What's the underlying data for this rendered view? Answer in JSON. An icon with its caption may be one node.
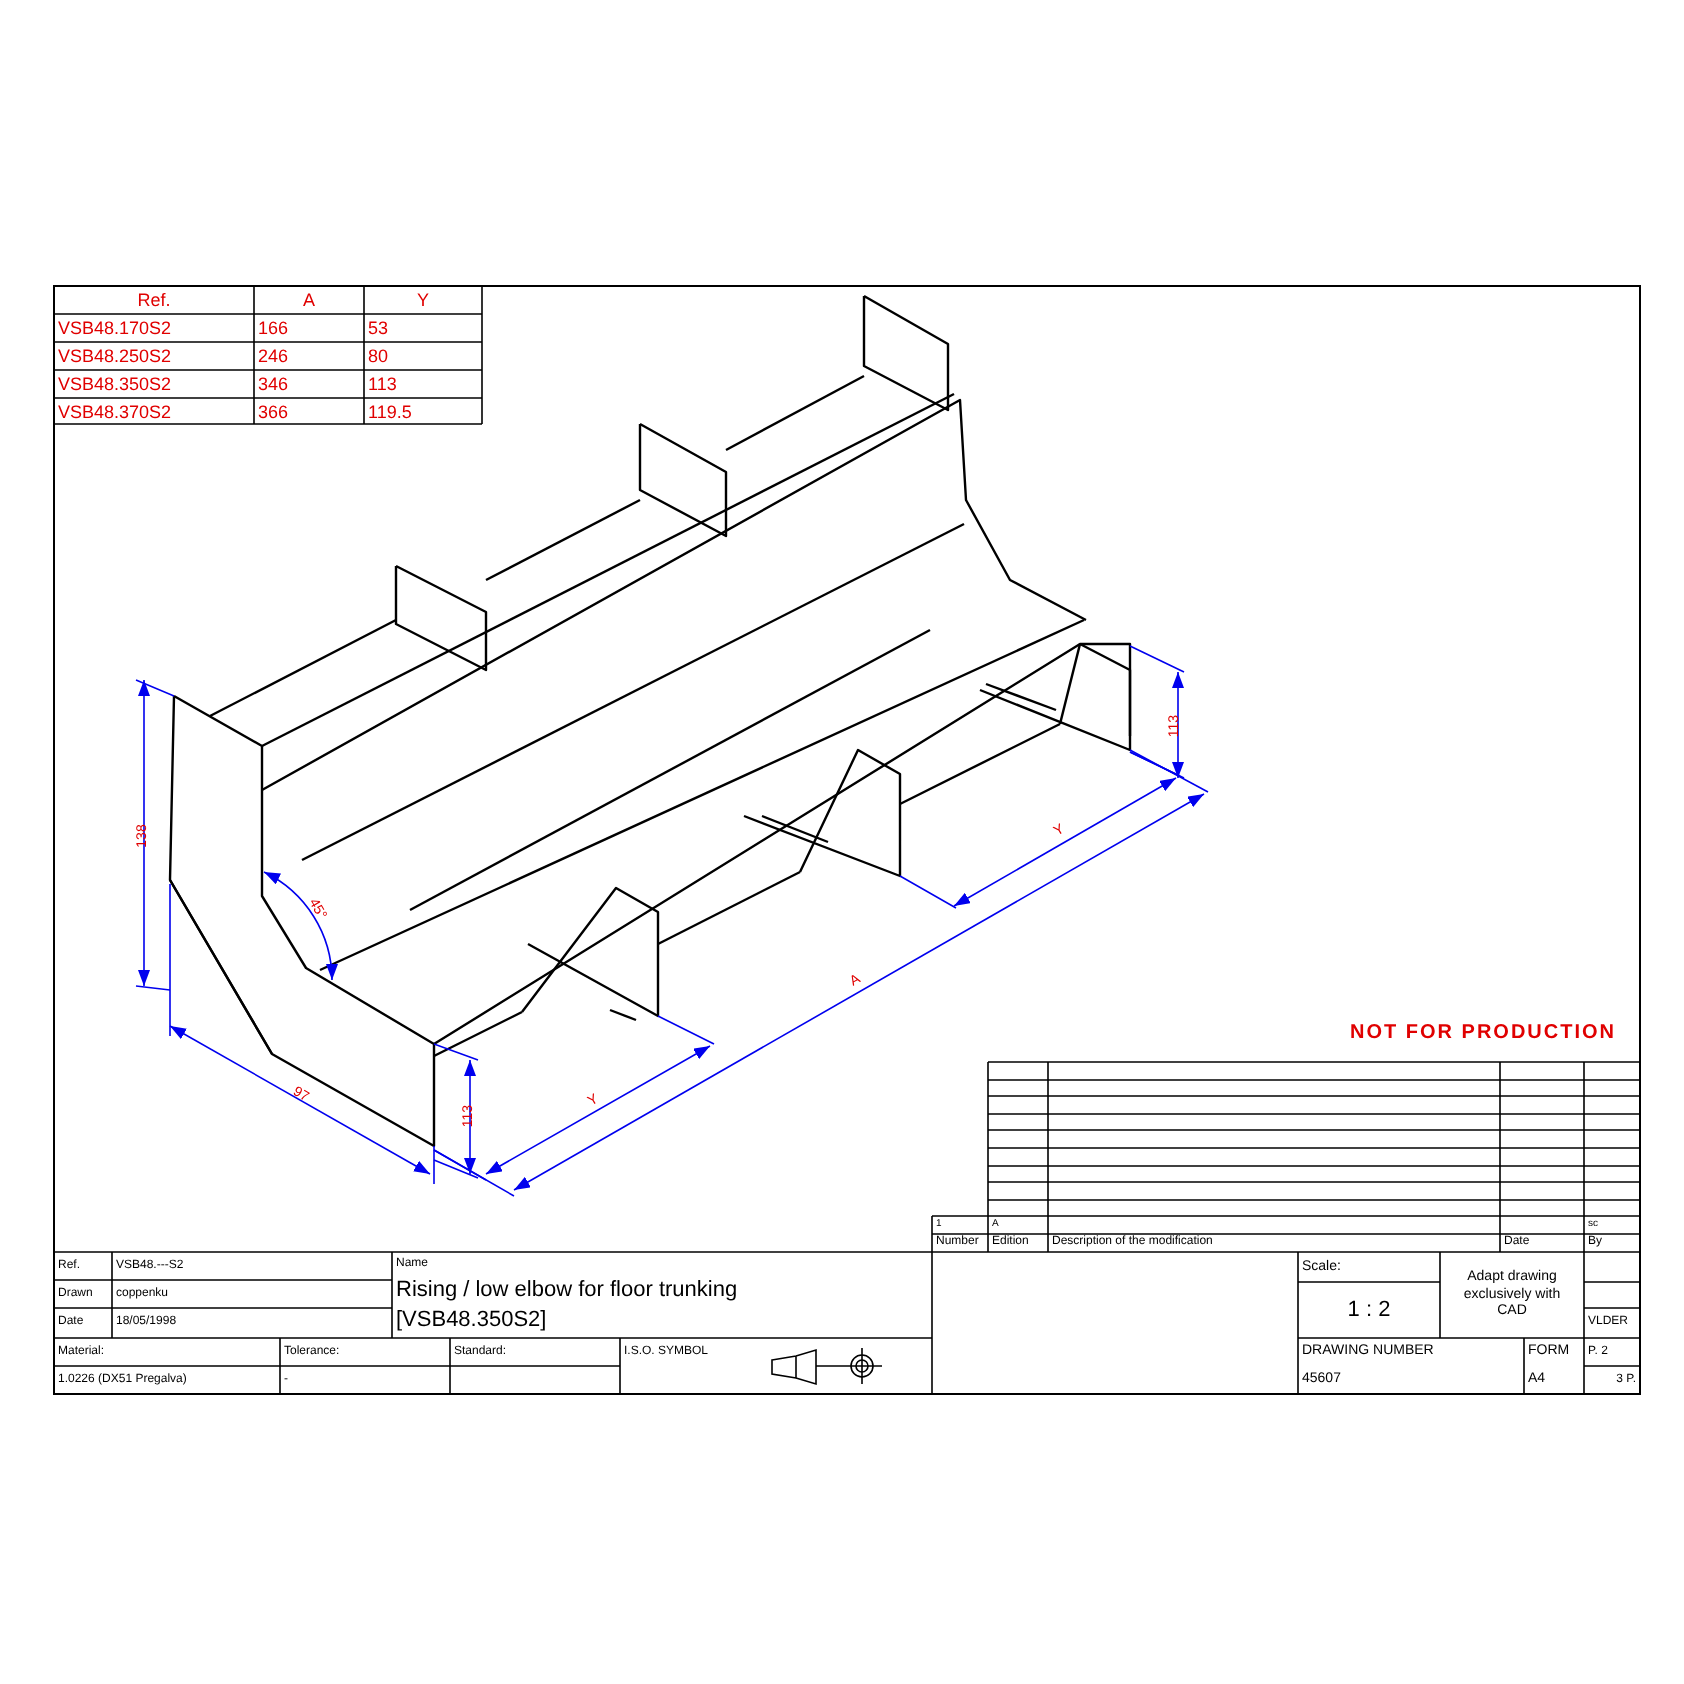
{
  "diagram": {
    "labels": [
      "Ref.",
      "A",
      "Y",
      "VSB48.170S2",
      "166",
      "53",
      "VSB48.250S2",
      "246",
      "80",
      "VSB48.350S2",
      "346",
      "113",
      "VSB48.370S2",
      "366",
      "119.5",
      "138",
      "45°",
      "97",
      "113",
      "Y",
      "A",
      "Y",
      "113",
      "NOT FOR PRODUCTION",
      "1",
      "A",
      "sc",
      "Number",
      "Edition",
      "Description of the modification",
      "Date",
      "By",
      "Ref.",
      "VSB48.---S2",
      "Drawn",
      "coppenku",
      "Date",
      "18/05/1998",
      "Name",
      "Rising / low elbow for floor trunking",
      "[VSB48.350S2]",
      "Scale:",
      "1 : 2",
      "Adapt drawing exclusively with CAD",
      "VLDER",
      "Material:",
      "Tolerance:",
      "Standard:",
      "I.S.O. SYMBOL",
      "1.0226 (DX51 Pregalva)",
      "-",
      "DRAWING NUMBER",
      "45607",
      "FORM",
      "A4",
      "P. 2",
      "3 P."
    ]
  }
}
